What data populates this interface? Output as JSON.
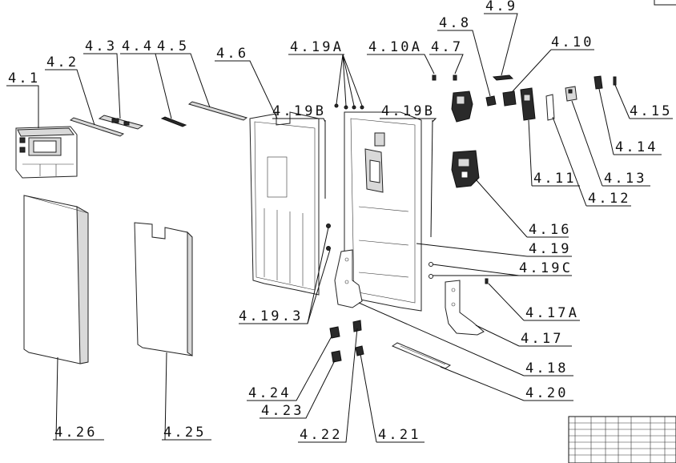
{
  "diagram": {
    "labels": {
      "l4_1": "4.1",
      "l4_2": "4.2",
      "l4_3": "4.3",
      "l4_4": "4.4",
      "l4_5": "4.5",
      "l4_6": "4.6",
      "l4_19A": "4.19A",
      "l4_19B_a": "4.19B",
      "l4_10A": "4.10A",
      "l4_7": "4.7",
      "l4_8": "4.8",
      "l4_9": "4.9",
      "l4_10": "4.10",
      "l4_19B_b": "4.19B",
      "l4_15": "4.15",
      "l4_14": "4.14",
      "l4_13": "4.13",
      "l4_11": "4.11",
      "l4_12": "4.12",
      "l4_16": "4.16",
      "l4_19": "4.19",
      "l4_19C": "4.19C",
      "l4_17A": "4.17A",
      "l4_17": "4.17",
      "l4_19_3": "4.19.3",
      "l4_18": "4.18",
      "l4_20": "4.20",
      "l4_24": "4.24",
      "l4_23": "4.23",
      "l4_22": "4.22",
      "l4_21": "4.21",
      "l4_26": "4.26",
      "l4_25": "4.25"
    }
  }
}
